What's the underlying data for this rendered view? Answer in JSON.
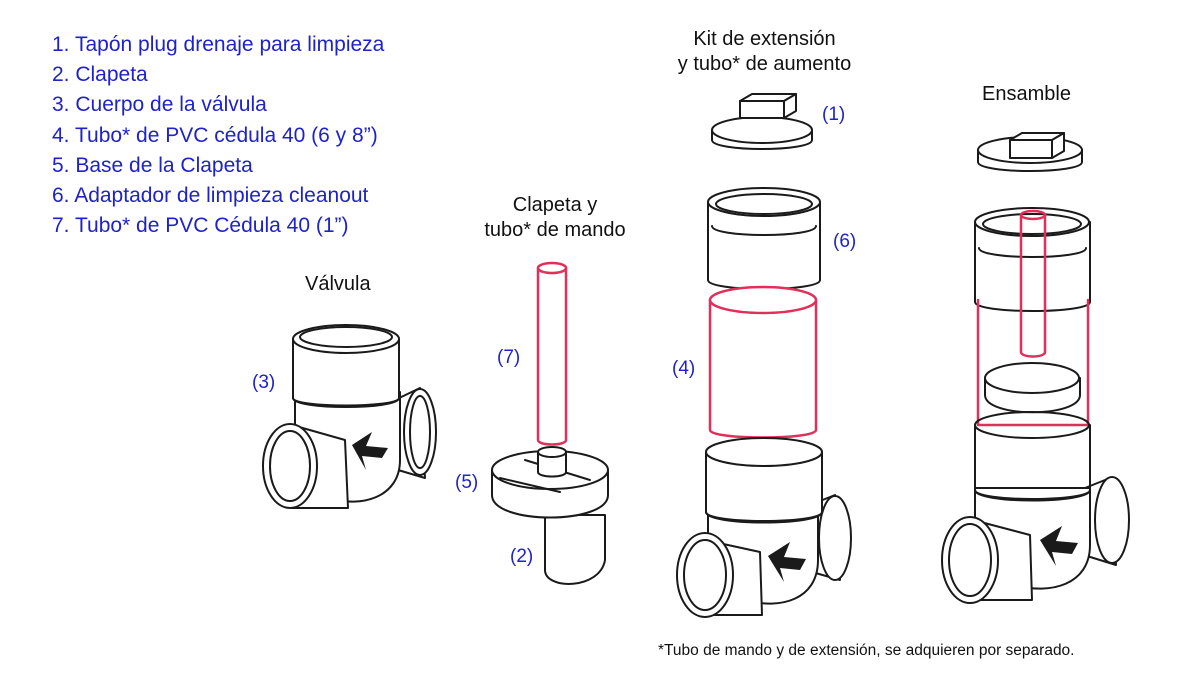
{
  "legend": [
    "1. Tapón plug drenaje para limpieza",
    "2. Clapeta",
    "3. Cuerpo de la válvula",
    "4. Tubo* de PVC cédula 40 (6 y 8”)",
    "5. Base de la Clapeta",
    "6. Adaptador de limpieza cleanout",
    "7. Tubo* de PVC Cédula 40 (1”)"
  ],
  "headings": {
    "valvula": "Válvula",
    "clapeta_1": "Clapeta y",
    "clapeta_2": "tubo* de mando",
    "kit_1": "Kit de extensión",
    "kit_2": "y tubo* de aumento",
    "ensamble": "Ensamble"
  },
  "labels": {
    "n1": "(1)",
    "n2": "(2)",
    "n3": "(3)",
    "n4": "(4)",
    "n5": "(5)",
    "n6": "(6)",
    "n7": "(7)"
  },
  "footnote": "*Tubo de mando y de extensión, se adquieren por separado.",
  "colors": {
    "legend_text": "#1e22c8",
    "highlight_pipe": "#e0305a",
    "outline": "#1a1a1a"
  }
}
